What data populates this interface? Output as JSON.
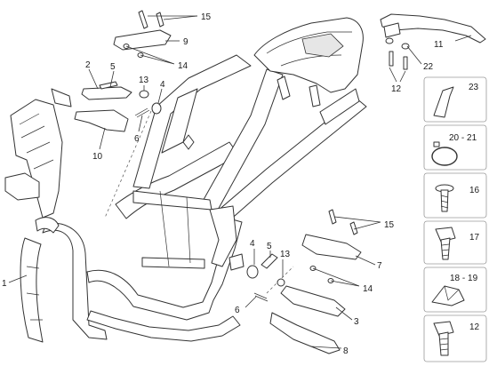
{
  "callouts": {
    "c1": "1",
    "c2": "2",
    "c3": "3",
    "c4a": "4",
    "c4b": "4",
    "c5a": "5",
    "c5b": "5",
    "c6a": "6",
    "c6b": "6",
    "c7": "7",
    "c8": "8",
    "c9": "9",
    "c10": "10",
    "c11": "11",
    "c12a": "12",
    "c13a": "13",
    "c13b": "13",
    "c14a": "14",
    "c14b": "14",
    "c15a": "15",
    "c15b": "15",
    "c22": "22"
  },
  "side_panel": [
    {
      "label": "23"
    },
    {
      "label": "20 - 21"
    },
    {
      "label": "16"
    },
    {
      "label": "17"
    },
    {
      "label": "18 - 19"
    },
    {
      "label": "12"
    }
  ]
}
